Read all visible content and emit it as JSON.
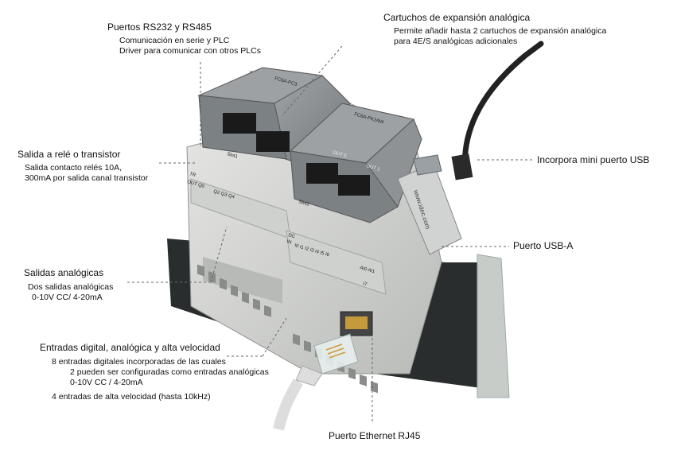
{
  "callouts": {
    "rs": {
      "title": "Puertos RS232 y RS485",
      "lines": [
        "Comunicación en serie y PLC",
        "Driver para comunicar con otros PLCs"
      ]
    },
    "cartuchos": {
      "title": "Cartuchos de expansión analógica",
      "lines": [
        "Permite añadir hasta 2 cartuchos de expansión analógica",
        "para 4E/S analógicas adicionales"
      ]
    },
    "rele": {
      "title": "Salida a relé o transistor",
      "lines": [
        "Salida contacto relés 10A,",
        "300mA por salida canal transistor"
      ]
    },
    "usbmini": {
      "title": "Incorpora mini puerto USB"
    },
    "usba": {
      "title": "Puerto USB-A"
    },
    "analog": {
      "title": "Salidas analógicas",
      "lines": [
        "Dos salidas analógicas",
        "0-10V CC/ 4-20mA"
      ]
    },
    "entradas": {
      "title": "Entradas digital, analógica y alta velocidad",
      "lines": [
        "8 entradas digitales incorporadas de las cuales",
        "2 pueden ser configuradas como entradas analógicas",
        "0-10V CC / 4-20mA",
        "4 entradas de alta velocidad (hasta 10kHz)"
      ]
    },
    "ethernet": {
      "title": "Puerto Ethernet RJ45"
    }
  },
  "device_labels": {
    "module1": "FC6A-PC3",
    "module2": "FC6A-PK2AW",
    "slot1": "Slot1",
    "slot2": "Slot2",
    "out0": "OUT 0",
    "out1": "OUT 1",
    "tr": "TR",
    "outq": "OUT Q0",
    "ol": "Q2 Q3 Q4",
    "dc": "DC",
    "in": "IN",
    "inputs": "I0 I1 I2 I3 I4 I5 I6",
    "ai": "AI0  AI1",
    "i7": "I7",
    "usbtext": "www.idec.com"
  },
  "colors": {
    "device_body": "#d4d6d3",
    "module": "#8c9194",
    "terminal": "#1a1a1a",
    "cable": "#222222",
    "leader": "#666666"
  }
}
